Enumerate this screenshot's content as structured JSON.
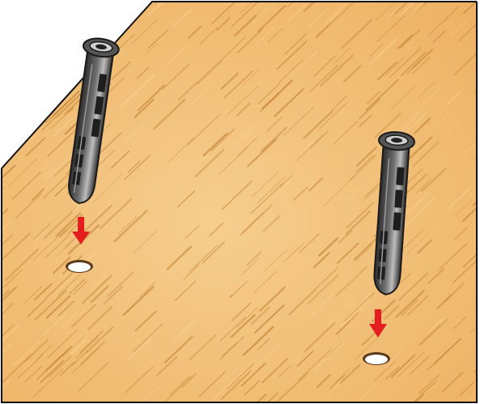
{
  "scene": {
    "colors": {
      "wood_base": "#F0BC72",
      "wood_light": "#F6CE8E",
      "wood_grain": "#C98A3E",
      "panel_outline": "#111111",
      "dowel_dark": "#2D2D2D",
      "dowel_mid": "#6E6E6E",
      "dowel_light": "#BDBDBD",
      "arrow": "#E41E1E",
      "hole_fill": "#FFFFFF",
      "hole_rim": "#5A3A1A"
    },
    "parts": [
      {
        "name": "wall-plug-left",
        "kind": "wall-plug"
      },
      {
        "name": "wall-plug-right",
        "kind": "wall-plug"
      }
    ],
    "arrows": [
      {
        "name": "insert-arrow-left",
        "direction": "down"
      },
      {
        "name": "insert-arrow-right",
        "direction": "down"
      }
    ],
    "holes": [
      {
        "name": "drill-hole-left"
      },
      {
        "name": "drill-hole-right"
      }
    ]
  }
}
